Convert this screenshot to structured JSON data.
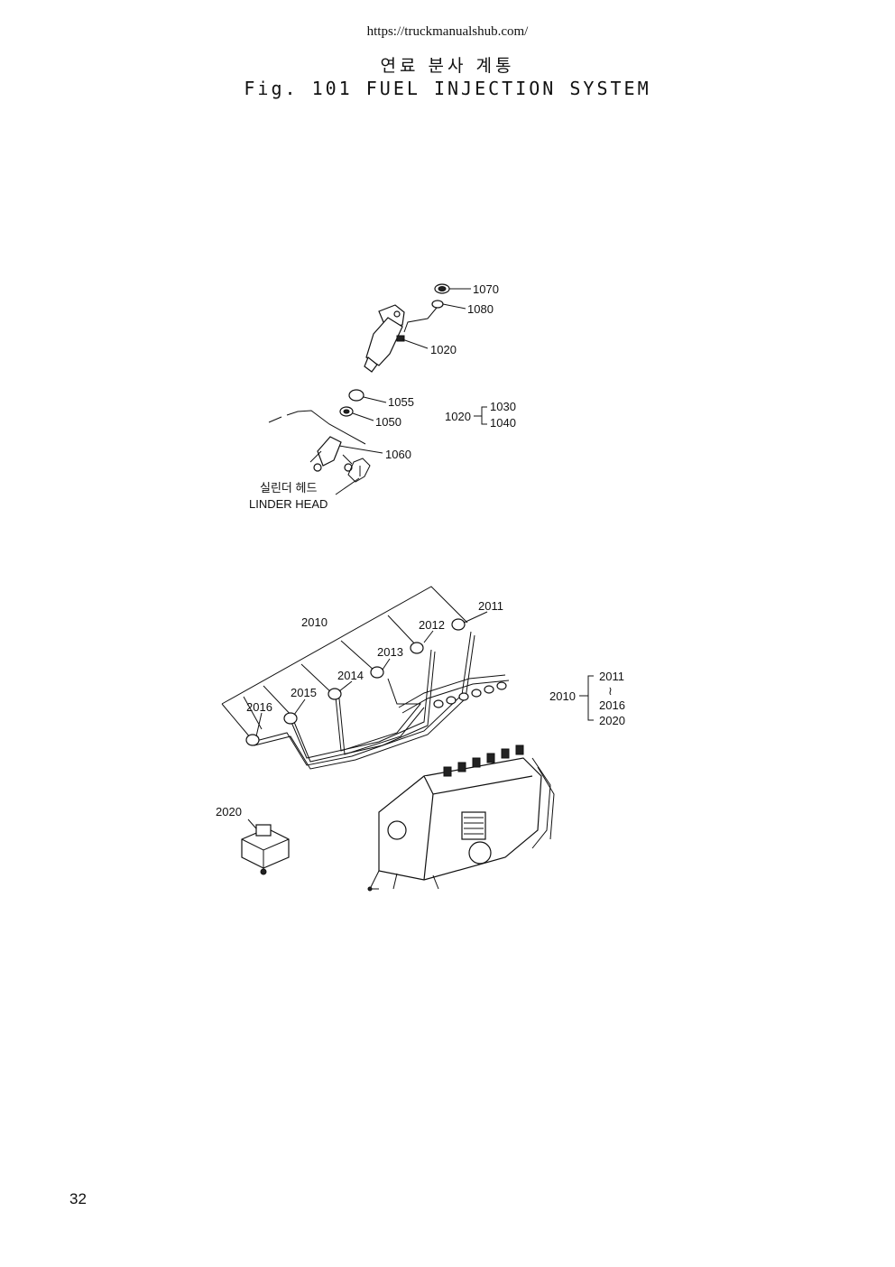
{
  "header": {
    "url": "https://truckmanualshub.com/",
    "title_korean": "연료 분사 계통",
    "title_english": "Fig. 101 FUEL INJECTION SYSTEM"
  },
  "diagram_top": {
    "callouts": [
      "1070",
      "1080",
      "1020",
      "1055",
      "1050",
      "1060"
    ],
    "group": {
      "parent": "1020",
      "children": [
        "1030",
        "1040"
      ]
    },
    "cylinder_head_korean": "실린더 헤드",
    "cylinder_head_english": "LINDER HEAD"
  },
  "diagram_bottom": {
    "callouts": [
      "2011",
      "2010",
      "2012",
      "2013",
      "2014",
      "2015",
      "2016",
      "2020"
    ],
    "group": {
      "parent": "2010",
      "children": [
        "2011",
        "≀",
        "2016",
        "2020"
      ]
    }
  },
  "footer": {
    "page_number": "32"
  }
}
